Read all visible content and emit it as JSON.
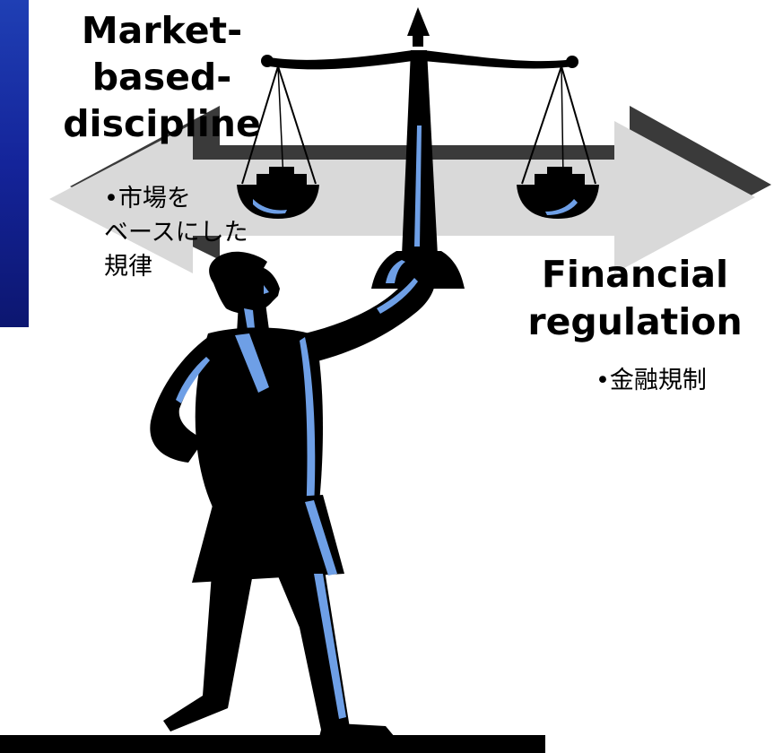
{
  "slide": {
    "left_heading": [
      "Market-",
      "based-",
      "discipline"
    ],
    "left_bullet": [
      "•市場を",
      "ベースにした",
      "規律"
    ],
    "right_heading": [
      "Financial",
      "regulation"
    ],
    "right_bullet": "•金融規制"
  },
  "colors": {
    "sidebar_blue": "#1a2fa8",
    "arrow_fill": "#d9d9d9",
    "arrow_shadow": "#3a3a3a",
    "figure_black": "#000000",
    "figure_highlight": "#6e9fe6"
  },
  "icons": [
    "scales-of-justice-icon",
    "double-arrow-icon",
    "businesswoman-figure"
  ]
}
